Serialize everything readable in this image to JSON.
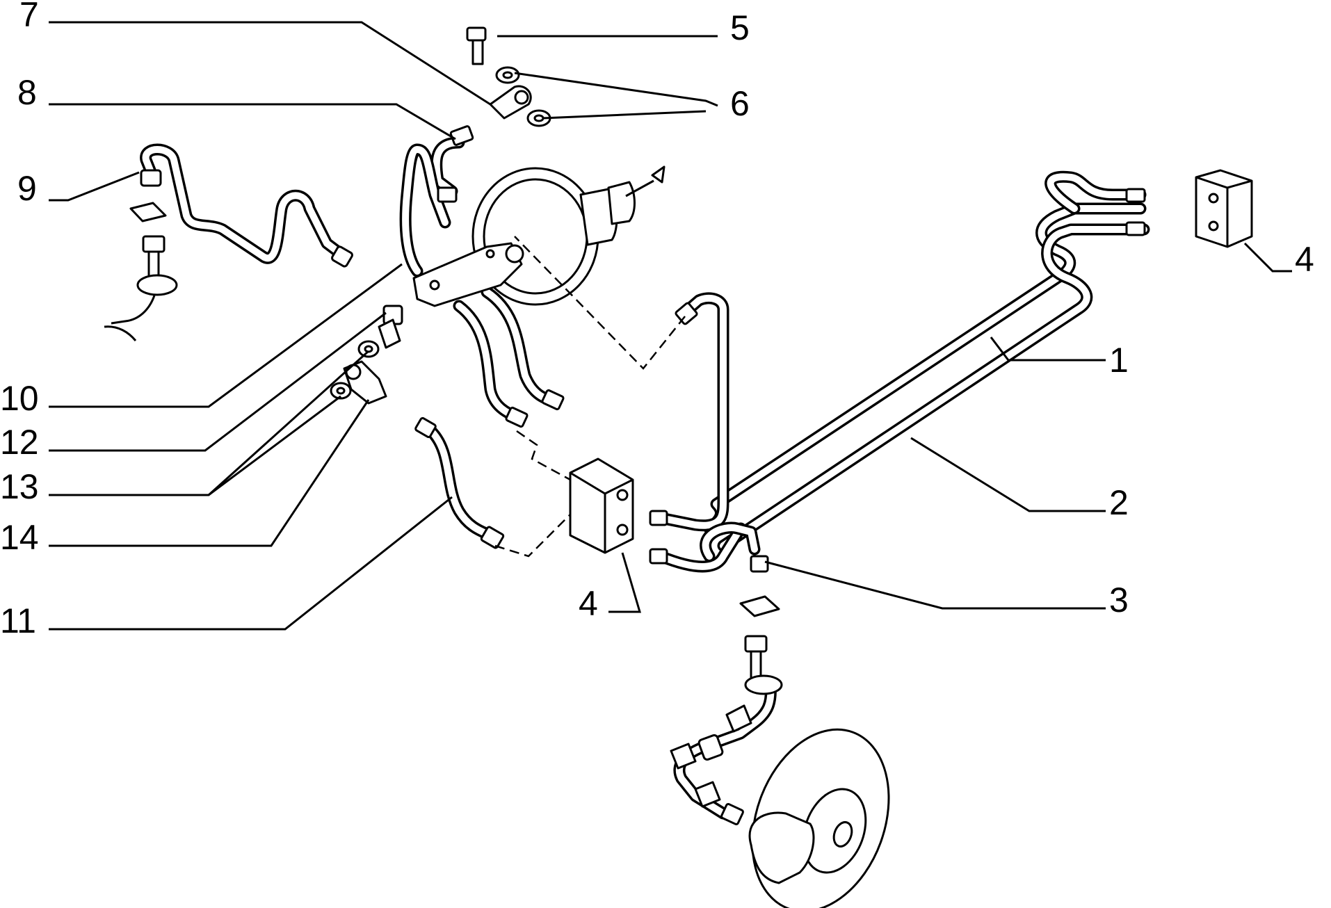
{
  "callouts": {
    "c1": "1",
    "c2": "2",
    "c3": "3",
    "c4a": "4",
    "c4b": "4",
    "c5": "5",
    "c6": "6",
    "c7": "7",
    "c8": "8",
    "c9": "9",
    "c10": "10",
    "c11": "11",
    "c12": "12",
    "c13": "13",
    "c14": "14"
  },
  "colors": {
    "ink": "#000000",
    "paper": "#ffffff"
  }
}
